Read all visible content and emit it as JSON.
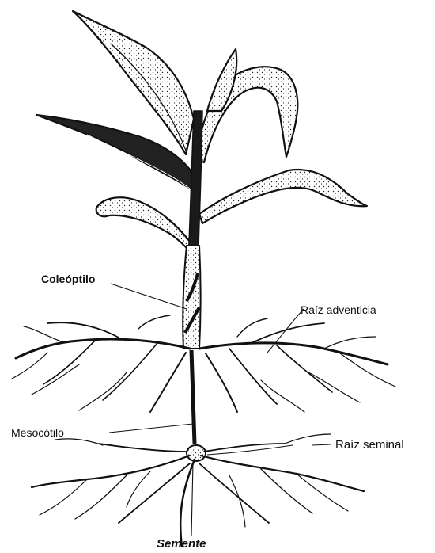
{
  "labels": {
    "coleoptile": "Coleóptilo",
    "adventitious_root": "Raíz adventicia",
    "mesocotyl": "Mesocótilo",
    "seminal_root": "Raíz seminal",
    "seed": "Semente"
  },
  "colors": {
    "ink": "#111111",
    "background": "#ffffff"
  }
}
